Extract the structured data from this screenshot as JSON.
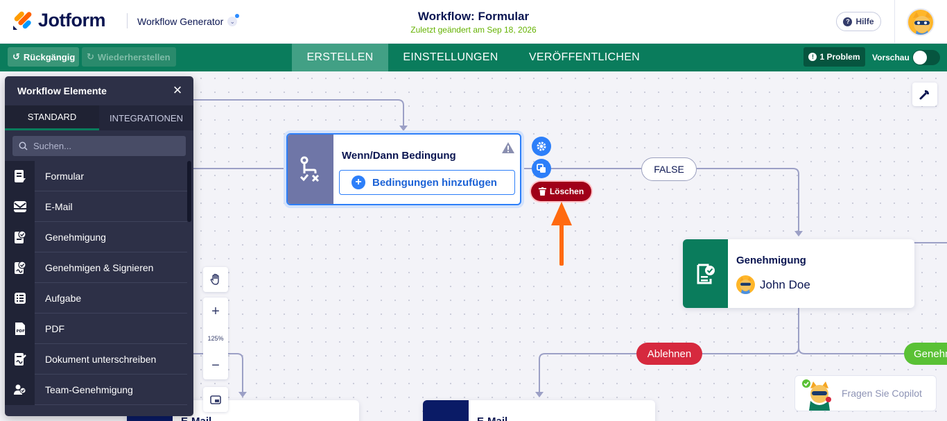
{
  "header": {
    "logo_text": "Jotform",
    "app_name": "Workflow Generator",
    "title": "Workflow: Formular",
    "subtitle": "Zuletzt geändert am Sep 18, 2026",
    "help_label": "Hilfe"
  },
  "toolbar": {
    "undo_label": "Rückgängig",
    "redo_label": "Wiederherstellen",
    "tabs": [
      "ERSTELLEN",
      "EINSTELLUNGEN",
      "VERÖFFENTLICHEN"
    ],
    "problem_label": "1 Problem",
    "preview_label": "Vorschau"
  },
  "panel": {
    "title": "Workflow Elemente",
    "tabs": [
      "STANDARD",
      "INTEGRATIONEN"
    ],
    "search_placeholder": "Suchen...",
    "items": [
      {
        "label": "Formular",
        "icon": "form-icon"
      },
      {
        "label": "E-Mail",
        "icon": "email-icon"
      },
      {
        "label": "Genehmigung",
        "icon": "approval-icon"
      },
      {
        "label": "Genehmigen & Signieren",
        "icon": "approve-sign-icon"
      },
      {
        "label": "Aufgabe",
        "icon": "task-icon"
      },
      {
        "label": "PDF",
        "icon": "pdf-icon"
      },
      {
        "label": "Dokument unterschreiben",
        "icon": "sign-document-icon"
      },
      {
        "label": "Team-Genehmigung",
        "icon": "team-approval-icon"
      }
    ]
  },
  "canvas": {
    "condition_node": {
      "title": "Wenn/Dann Bedingung",
      "add_label": "Bedingungen hinzufügen",
      "delete_label": "Löschen"
    },
    "edge_false": "FALSE",
    "edge_reject": "Ablehnen",
    "edge_approve": "Genehmigen",
    "approval_node": {
      "title": "Genehmigung",
      "assignee": "John Doe"
    },
    "email_nodes": [
      "E-Mail",
      "E-Mail"
    ],
    "zoom_level": "125%",
    "copilot_label": "Fragen Sie Copilot"
  },
  "colors": {
    "brand_green": "#0a7c5c",
    "accent_blue": "#2d7ff9",
    "danger": "#a00018",
    "reject": "#d6293e",
    "approve": "#5ac135",
    "arrow_annotation": "#ff6a10"
  }
}
